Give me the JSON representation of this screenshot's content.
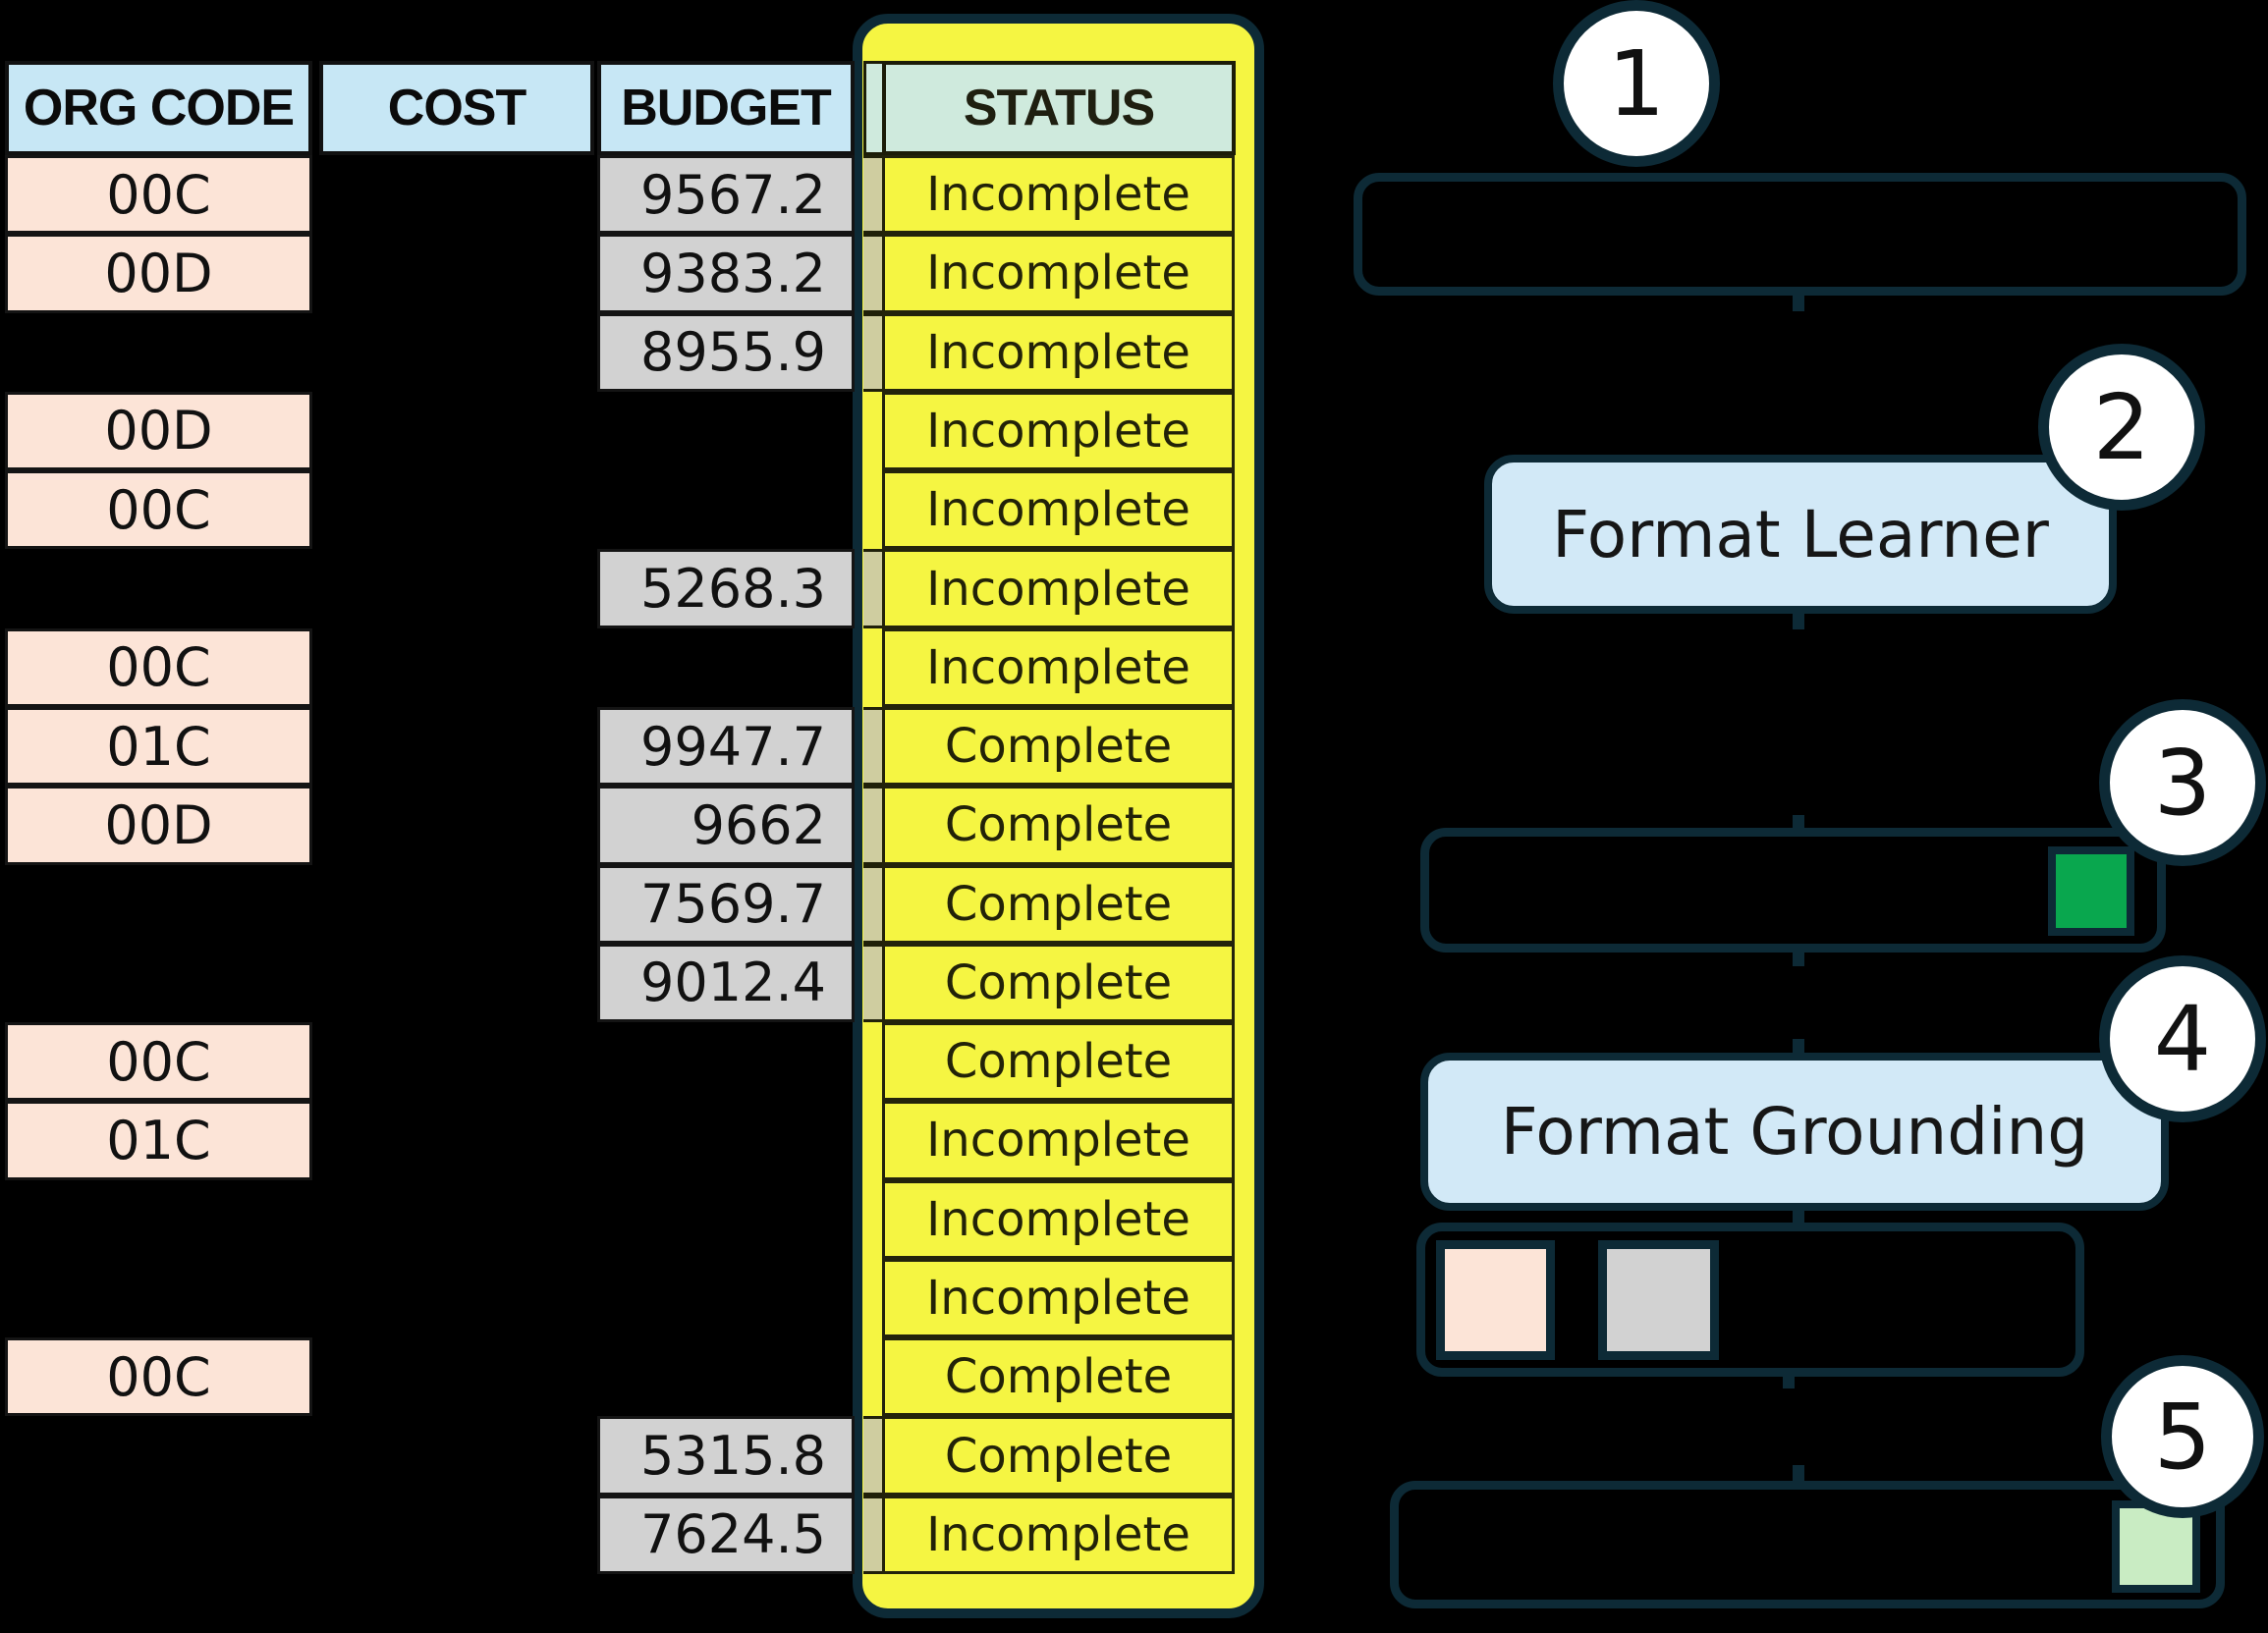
{
  "table": {
    "headers": {
      "org": "ORG CODE",
      "cost": "COST",
      "budget": "BUDGET",
      "status": "STATUS"
    },
    "rows": [
      {
        "org": "00C",
        "cost": "",
        "budget": "9567.2",
        "status": "Incomplete"
      },
      {
        "org": "00D",
        "cost": "",
        "budget": "9383.2",
        "status": "Incomplete"
      },
      {
        "org": "",
        "cost": "",
        "budget": "8955.9",
        "status": "Incomplete"
      },
      {
        "org": "00D",
        "cost": "",
        "budget": "",
        "status": "Incomplete"
      },
      {
        "org": "00C",
        "cost": "",
        "budget": "",
        "status": "Incomplete"
      },
      {
        "org": "",
        "cost": "",
        "budget": "5268.3",
        "status": "Incomplete"
      },
      {
        "org": "00C",
        "cost": "",
        "budget": "",
        "status": "Incomplete"
      },
      {
        "org": "01C",
        "cost": "",
        "budget": "9947.7",
        "status": "Complete"
      },
      {
        "org": "00D",
        "cost": "",
        "budget": "9662",
        "status": "Complete"
      },
      {
        "org": "",
        "cost": "",
        "budget": "7569.7",
        "status": "Complete"
      },
      {
        "org": "",
        "cost": "",
        "budget": "9012.4",
        "status": "Complete"
      },
      {
        "org": "00C",
        "cost": "",
        "budget": "",
        "status": "Complete"
      },
      {
        "org": "01C",
        "cost": "",
        "budget": "",
        "status": "Incomplete"
      },
      {
        "org": "",
        "cost": "",
        "budget": "",
        "status": "Incomplete"
      },
      {
        "org": "",
        "cost": "",
        "budget": "",
        "status": "Incomplete"
      },
      {
        "org": "00C",
        "cost": "",
        "budget": "",
        "status": "Complete"
      },
      {
        "org": "",
        "cost": "",
        "budget": "5315.8",
        "status": "Complete"
      },
      {
        "org": "",
        "cost": "",
        "budget": "7624.5",
        "status": "Incomplete"
      }
    ]
  },
  "flow": {
    "step1": {
      "number": "1"
    },
    "step2": {
      "number": "2",
      "label": "Format Learner"
    },
    "step3": {
      "number": "3",
      "swatch": "green-square"
    },
    "step4": {
      "number": "4",
      "label": "Format Grounding"
    },
    "step5": {
      "number": "5",
      "swatch": "light-green-square"
    },
    "legend_swatches": [
      "pink-square",
      "gray-square"
    ]
  },
  "colors": {
    "background": "#000000",
    "header_blue": "#c7e7f5",
    "org_pink": "#fce4d7",
    "budget_gray": "#d2d2d2",
    "status_yellow": "#f5f542",
    "status_header_green": "#cfeadd",
    "sliver_khaki": "#cfcda0",
    "outline_navy": "#0d2a36",
    "node_blue": "#d2e9f7",
    "green_swatch": "#09a74e",
    "light_green_swatch": "#c9ecc3",
    "cell_border": "#141414"
  }
}
